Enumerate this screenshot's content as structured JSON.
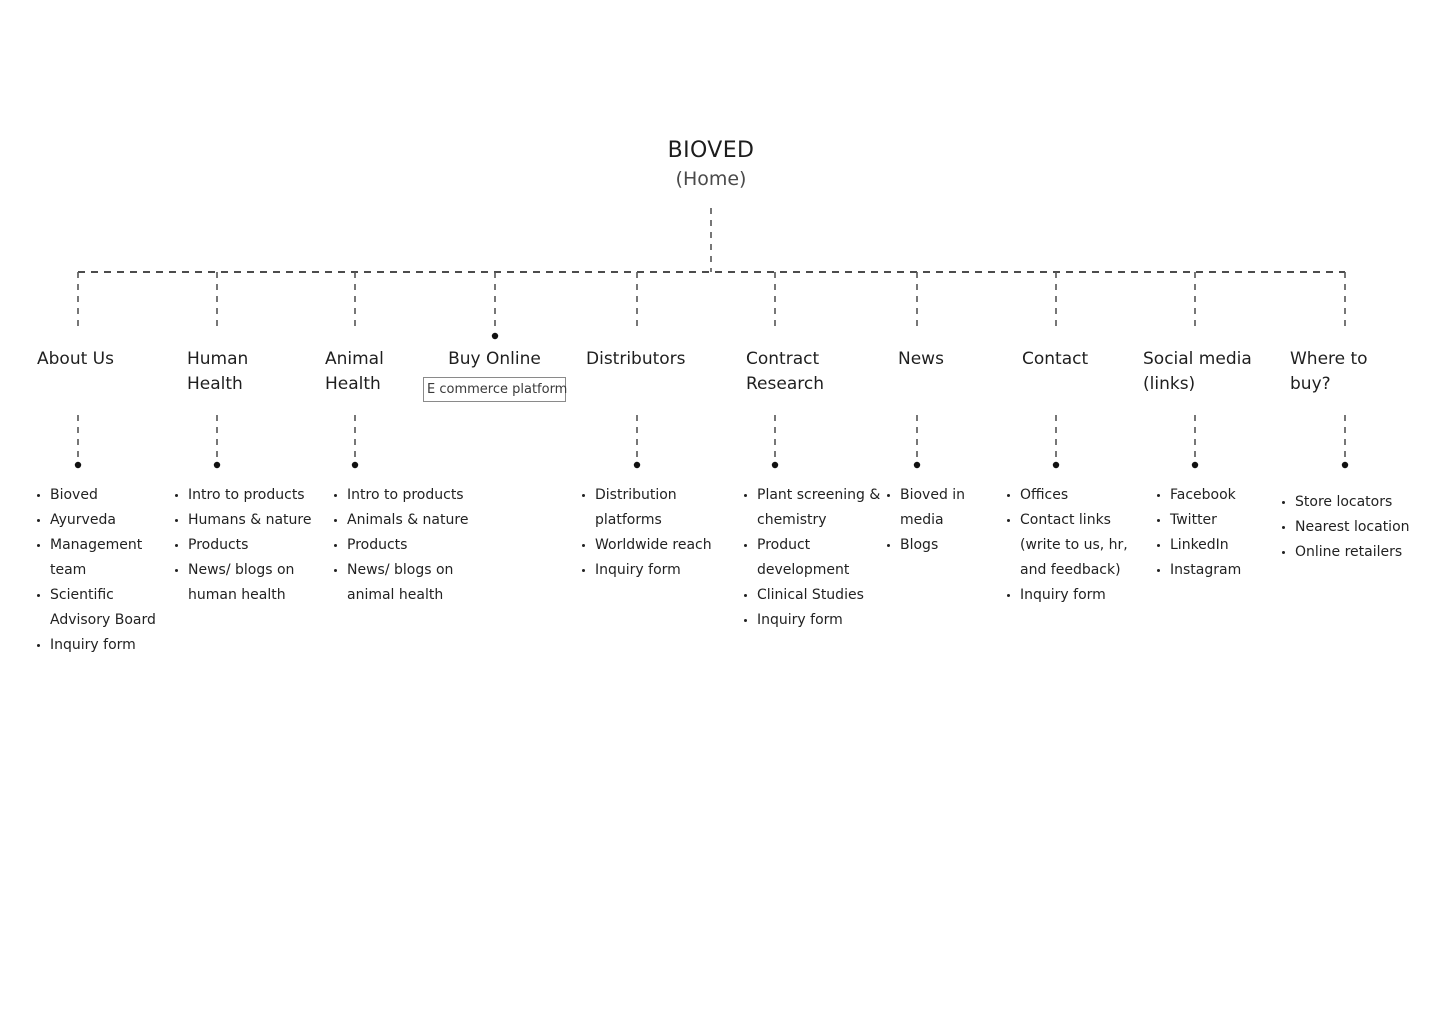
{
  "diagram": {
    "type": "sitemap",
    "root": {
      "title": "BIOVED",
      "subtitle": "(Home)"
    },
    "columns": [
      {
        "id": "about-us",
        "title": "About Us",
        "items": [
          "Bioved",
          "Ayurveda",
          "Management team",
          "Scientific Advisory Board",
          "Inquiry form"
        ]
      },
      {
        "id": "human-health",
        "title": "Human\nHealth",
        "items": [
          "Intro to products",
          "Humans & nature",
          "Products",
          "News/ blogs on human health"
        ]
      },
      {
        "id": "animal-health",
        "title": "Animal\nHealth",
        "items": [
          "Intro to products",
          "Animals & nature",
          "Products",
          "News/ blogs on animal health"
        ]
      },
      {
        "id": "buy-online",
        "title": "Buy Online",
        "note": "E commerce platform",
        "items": []
      },
      {
        "id": "distributors",
        "title": "Distributors",
        "items": [
          "Distribution platforms",
          "Worldwide reach",
          "Inquiry form"
        ]
      },
      {
        "id": "contract-research",
        "title": "Contract\nResearch",
        "items": [
          "Plant screening & chemistry",
          "Product development",
          "Clinical Studies",
          "Inquiry form"
        ]
      },
      {
        "id": "news",
        "title": "News",
        "items": [
          "Bioved in media",
          "Blogs"
        ]
      },
      {
        "id": "contact",
        "title": "Contact",
        "items": [
          "Offices",
          "Contact links (write to us, hr, and feedback)",
          "Inquiry form"
        ]
      },
      {
        "id": "social-media",
        "title": "Social media\n(links)",
        "items": [
          "Facebook",
          "Twitter",
          "LinkedIn",
          "Instagram"
        ]
      },
      {
        "id": "where-to-buy",
        "title": "Where to\nbuy?",
        "items": [
          "Store locators",
          "Nearest location",
          "Online retailers"
        ]
      }
    ],
    "colors": {
      "background": "#ffffff",
      "text": "#222222",
      "subtitle": "#4a4a4a",
      "line": "#555555",
      "dot": "#111111",
      "box_border": "#8a8a8a"
    }
  }
}
